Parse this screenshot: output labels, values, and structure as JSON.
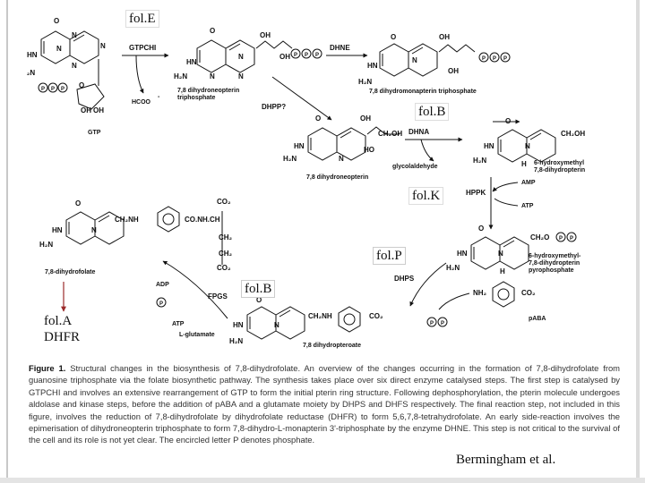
{
  "annotations": {
    "fol_e": "fol.E",
    "fol_b_1": "fol.B",
    "fol_k": "fol.K",
    "fol_p": "fol.P",
    "fol_b_2": "fol.B",
    "fol_a": "fol.A",
    "dhfr": "DHFR"
  },
  "enzymes": {
    "gtpchi": "GTPCHI",
    "dhne": "DHNE",
    "dhpp": "DHPP?",
    "dhna": "DHNA",
    "hppk": "HPPK",
    "dhps": "DHPS",
    "fpgs": "FPGS"
  },
  "cofactors": {
    "amp": "AMP",
    "atp_hppk": "ATP",
    "adp": "ADP",
    "atp_fpgs": "ATP",
    "l_glutamate": "L-glutamate",
    "glycolaldehyde": "glycolaldehyde",
    "hcoo": "HCOO",
    "paba": "pABA"
  },
  "compounds": {
    "gtp": "GTP",
    "dh_neopterin_tp_1": "7,8 dihydroneopterin",
    "dh_neopterin_tp_2": "triphosphate",
    "dh_monapterin_tp": "7,8 dihydromonapterin triphosphate",
    "dh_neopterin": "7,8 dihydroneopterin",
    "hm_dihydropterin_1": "6-hydroxymethyl",
    "hm_dihydropterin_2": "7,8-dihydropterin",
    "hm_pyrophosphate_1": "6-hydroxymethyl-",
    "hm_pyrophosphate_2": "7,8-dihydropterin",
    "hm_pyrophosphate_3": "pyrophosphate",
    "dihydropteroate": "7,8 dihydropteroate",
    "dihydrofolate": "7,8-dihydrofolate"
  },
  "caption": {
    "label": "Figure 1.",
    "text": "Structural changes in the biosynthesis of 7,8-dihydrofolate. An overview of the changes occurring in the formation of 7,8-dihydrofolate from guanosine triphosphate via the folate biosynthetic pathway. The synthesis takes place over six direct enzyme catalysed steps. The first step is catalysed by GTPCHI and involves an extensive rearrangement of GTP to form the initial pterin ring structure. Following dephosphorylation, the pterin molecule undergoes aldolase and kinase steps, before the addition of pABA and a glutamate moiety by DHPS and DHFS respectively. The final reaction step, not included in this figure, involves the reduction of 7,8-dihydrofolate by dihydrofolate reductase (DHFR) to form 5,6,7,8-tetrahydrofolate. An early side-reaction involves the epimerisation of dihydroneopterin triphosphate to form 7,8-dihydro-L-monapterin 3'-triphosphate by the enzyme DHNE. This step is not critical to the survival of the cell and its role is not yet clear. The encircled letter P denotes phosphate."
  },
  "citation": "Bermingham et al.",
  "colors": {
    "ink": "#111111",
    "annotation_arrow": "#9b2a2a",
    "caption_text": "#333333"
  },
  "icons": [
    "phosphate-circle",
    "pterin-ring",
    "benzene-ring"
  ]
}
